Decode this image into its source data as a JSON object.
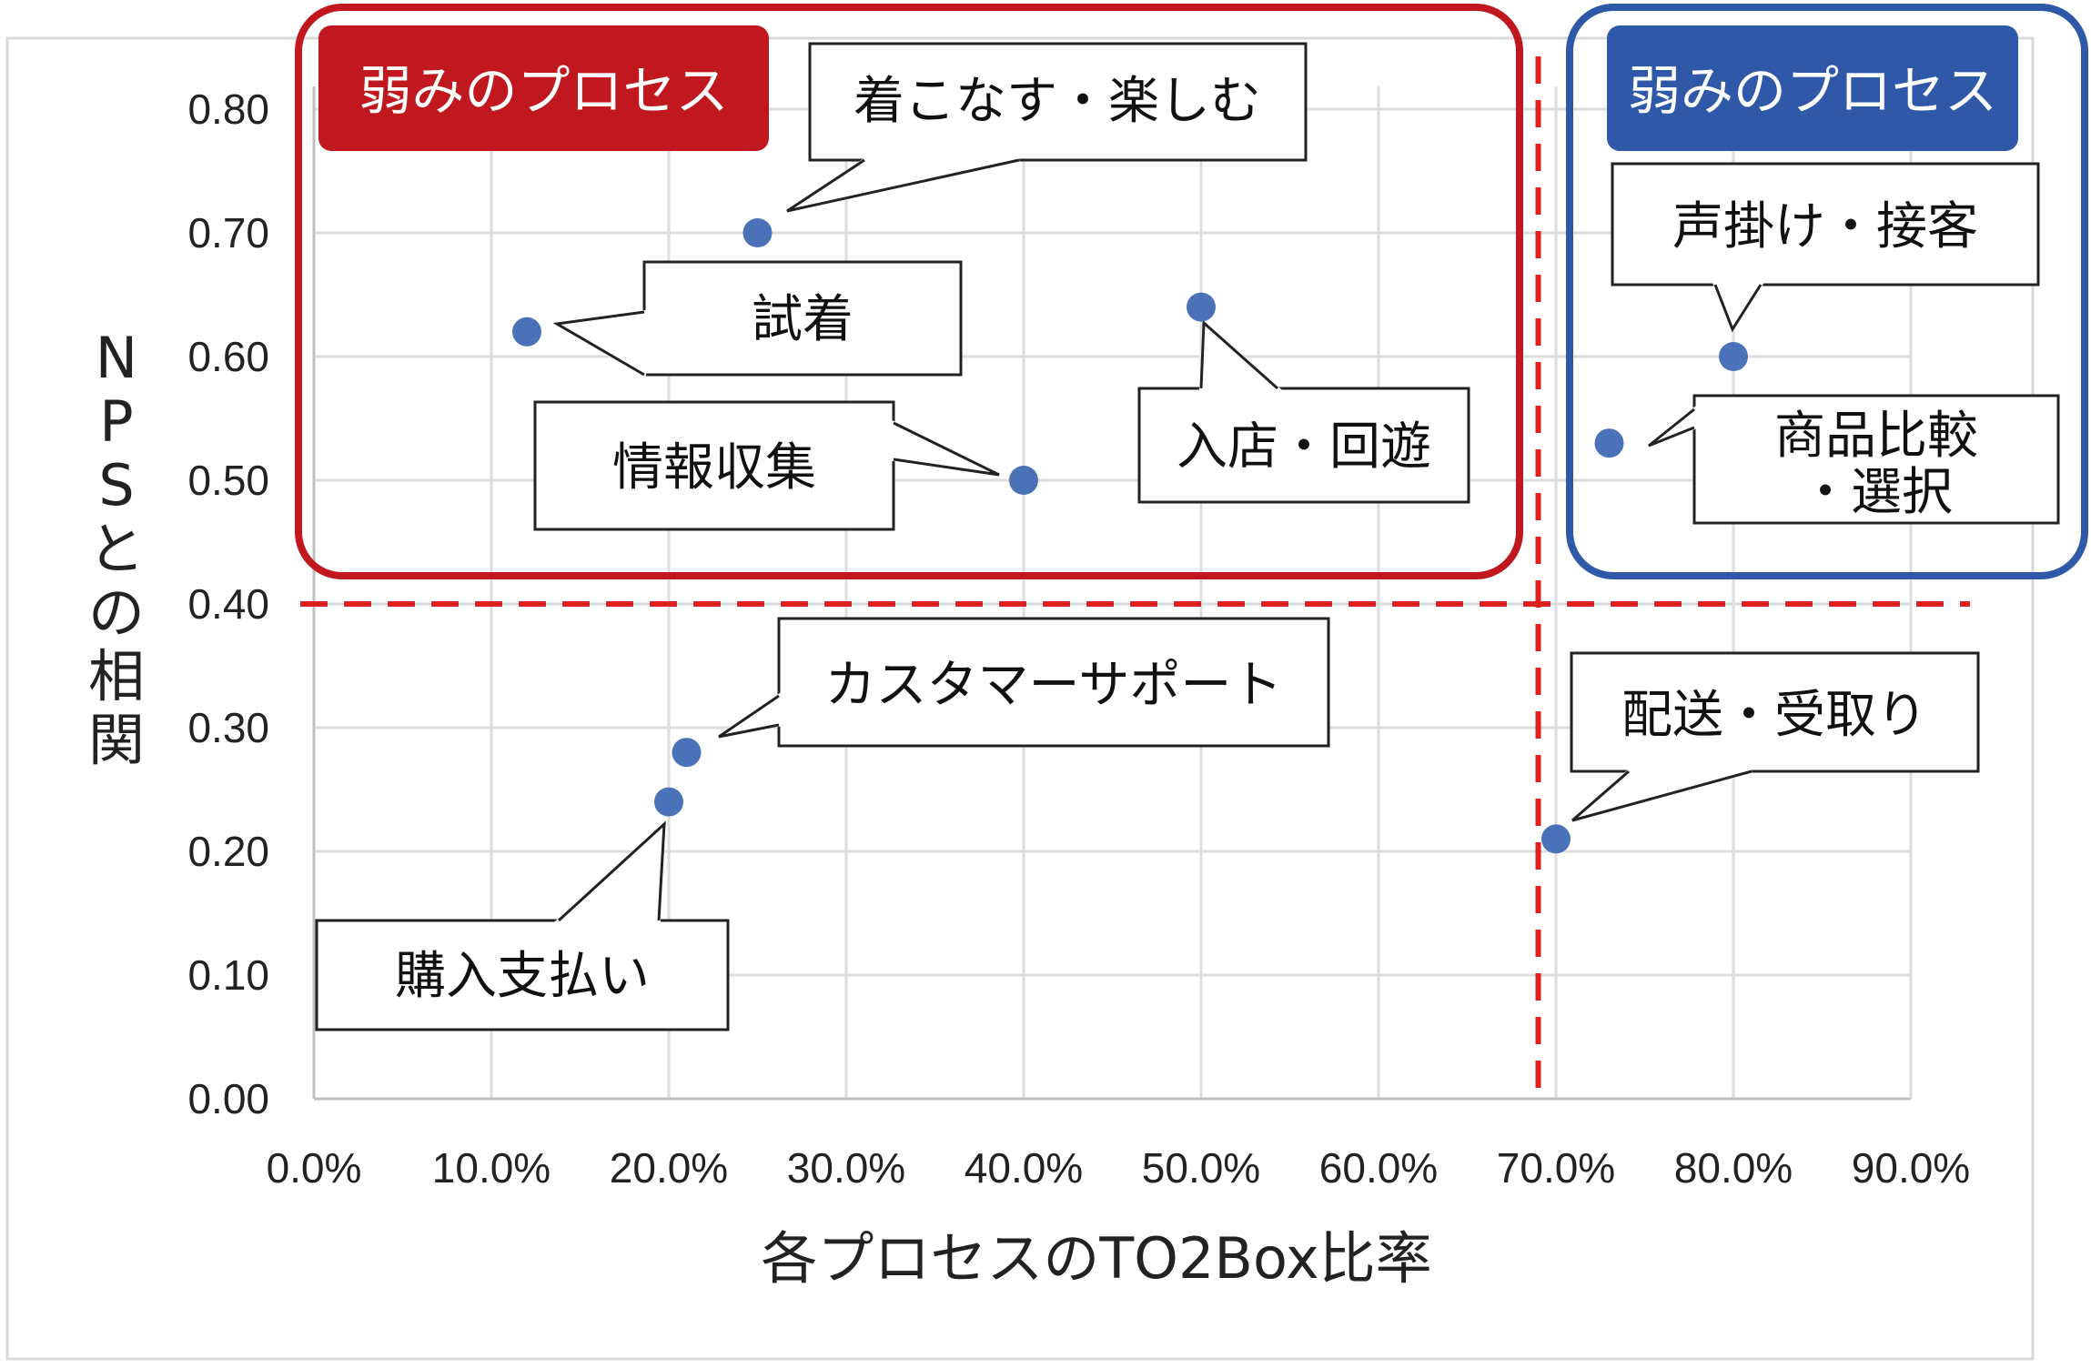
{
  "chart_data": {
    "type": "scatter",
    "xlabel": "各プロセスのTO2Box比率",
    "ylabel": "NPSとの相関",
    "xlim": [
      0,
      0.9
    ],
    "ylim": [
      0,
      0.8
    ],
    "x_ticks": [
      "0.0%",
      "10.0%",
      "20.0%",
      "30.0%",
      "40.0%",
      "50.0%",
      "60.0%",
      "70.0%",
      "80.0%",
      "90.0%"
    ],
    "y_ticks": [
      "0.00",
      "0.10",
      "0.20",
      "0.30",
      "0.40",
      "0.50",
      "0.60",
      "0.70",
      "0.80"
    ],
    "grid": true,
    "points": [
      {
        "label": "着こなす・楽しむ",
        "x": 0.25,
        "y": 0.7
      },
      {
        "label": "試着",
        "x": 0.12,
        "y": 0.62
      },
      {
        "label": "情報収集",
        "x": 0.4,
        "y": 0.5
      },
      {
        "label": "入店・回遊",
        "x": 0.5,
        "y": 0.64
      },
      {
        "label": "声掛け・接客",
        "x": 0.8,
        "y": 0.6
      },
      {
        "label": "商品比較・選択",
        "x": 0.73,
        "y": 0.53
      },
      {
        "label": "カスタマーサポート",
        "x": 0.21,
        "y": 0.28
      },
      {
        "label": "購入支払い",
        "x": 0.2,
        "y": 0.24
      },
      {
        "label": "配送・受取り",
        "x": 0.7,
        "y": 0.21
      }
    ],
    "threshold_lines": {
      "x": 0.69,
      "y": 0.4
    },
    "regions": [
      {
        "tag": "弱みのプロセス",
        "color": "#c0181e"
      },
      {
        "tag": "弱みのプロセス",
        "color": "#2f58a8"
      }
    ],
    "colors": {
      "point": "#4a72b8",
      "grid": "#dddddd",
      "threshold": "#e02020",
      "red_region": "#c0181e",
      "blue_region": "#2f58a8"
    }
  }
}
